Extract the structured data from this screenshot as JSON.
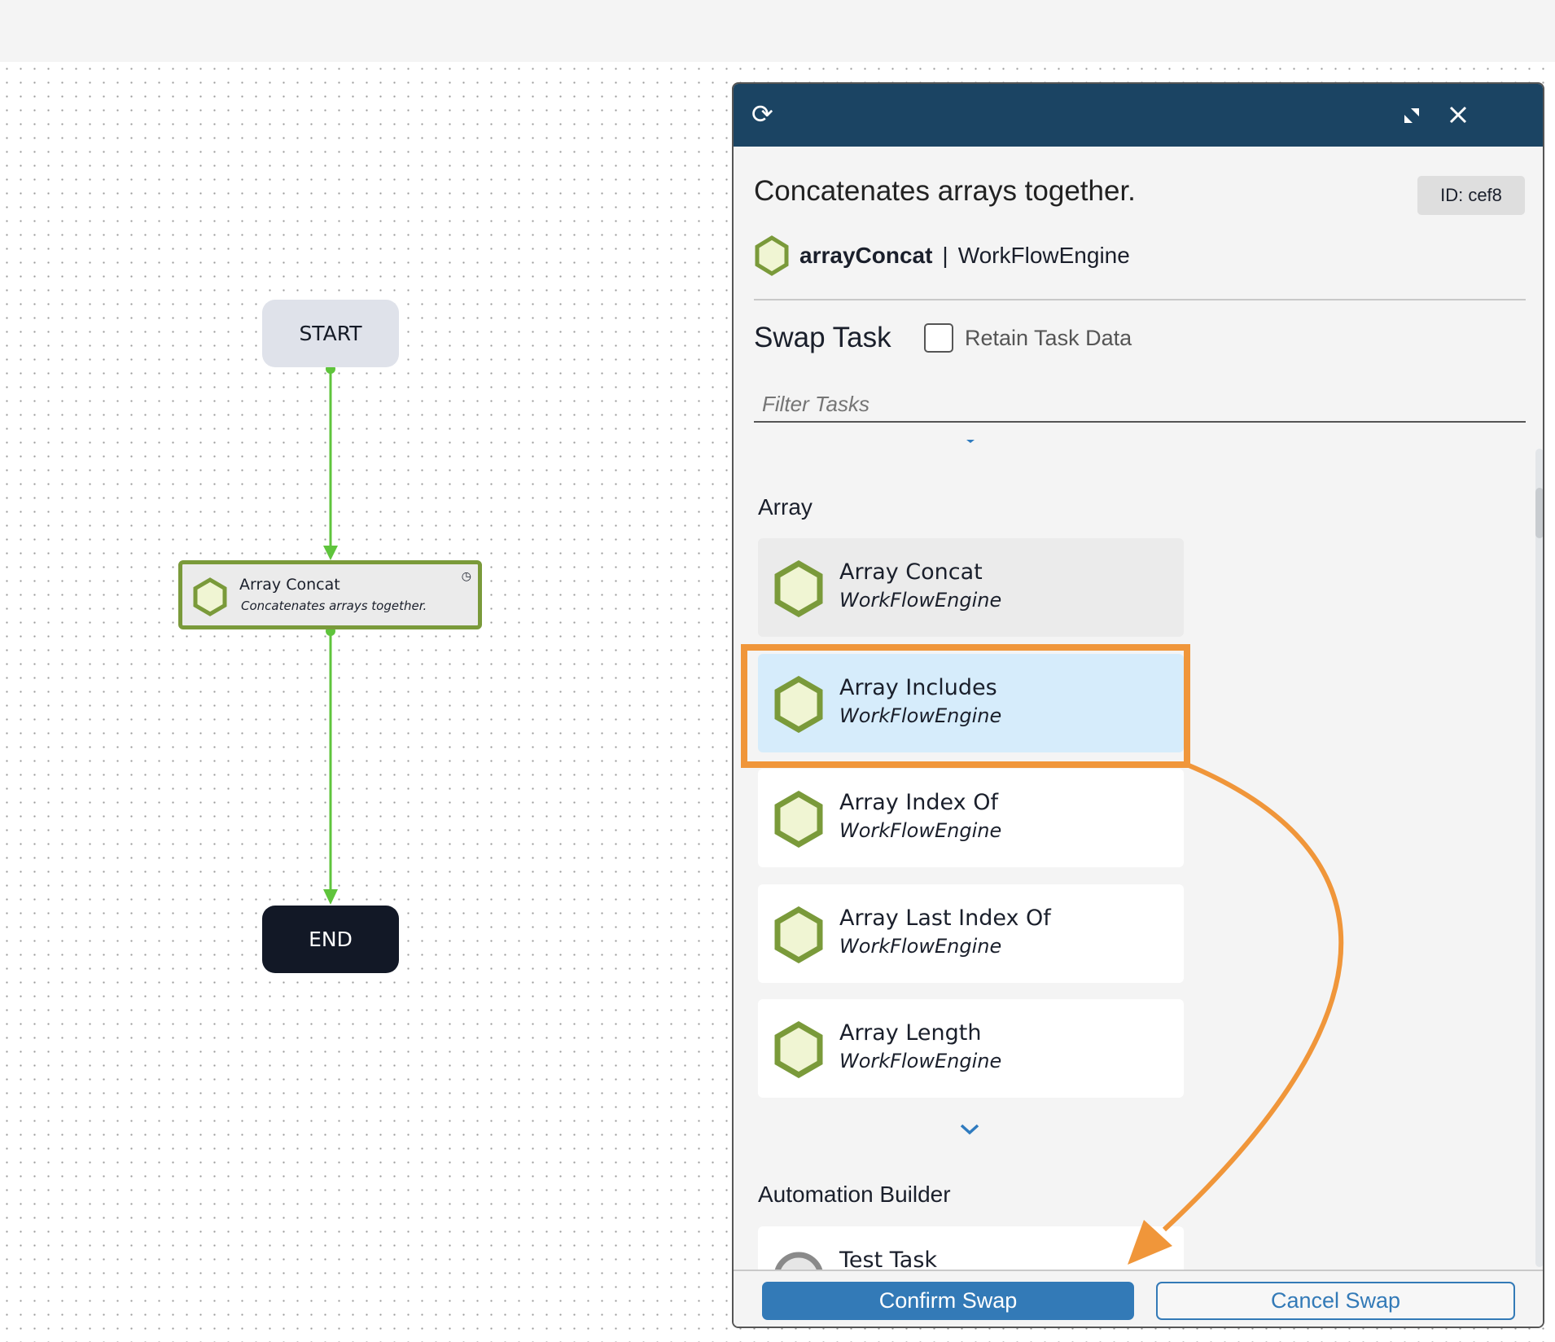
{
  "canvas": {
    "start_label": "START",
    "end_label": "END",
    "task_node": {
      "name": "Array Concat",
      "description": "Concatenates arrays together."
    }
  },
  "panel": {
    "title": "Concatenates arrays together.",
    "id_badge": "ID: cef8",
    "task_name": "arrayConcat",
    "separator": "|",
    "app_name": "WorkFlowEngine",
    "swap_title": "Swap Task",
    "retain_label": "Retain Task Data",
    "retain_checked": false,
    "filter_placeholder": "Filter Tasks",
    "sections": [
      {
        "title": "Array",
        "items": [
          {
            "name": "Array Concat",
            "app": "WorkFlowEngine",
            "state": "current"
          },
          {
            "name": "Array Includes",
            "app": "WorkFlowEngine",
            "state": "selected"
          },
          {
            "name": "Array Index Of",
            "app": "WorkFlowEngine"
          },
          {
            "name": "Array Last Index Of",
            "app": "WorkFlowEngine"
          },
          {
            "name": "Array Length",
            "app": "WorkFlowEngine"
          }
        ]
      },
      {
        "title": "Automation Builder",
        "items": [
          {
            "name": "Test Task"
          }
        ]
      }
    ],
    "confirm_label": "Confirm Swap",
    "cancel_label": "Cancel Swap"
  },
  "colors": {
    "header": "#1b4463",
    "accent": "#337ab7",
    "highlight": "#f0963a",
    "task_border": "#7a9a3a",
    "selected_bg": "#d6ecfb",
    "connector": "#5fc43c"
  }
}
